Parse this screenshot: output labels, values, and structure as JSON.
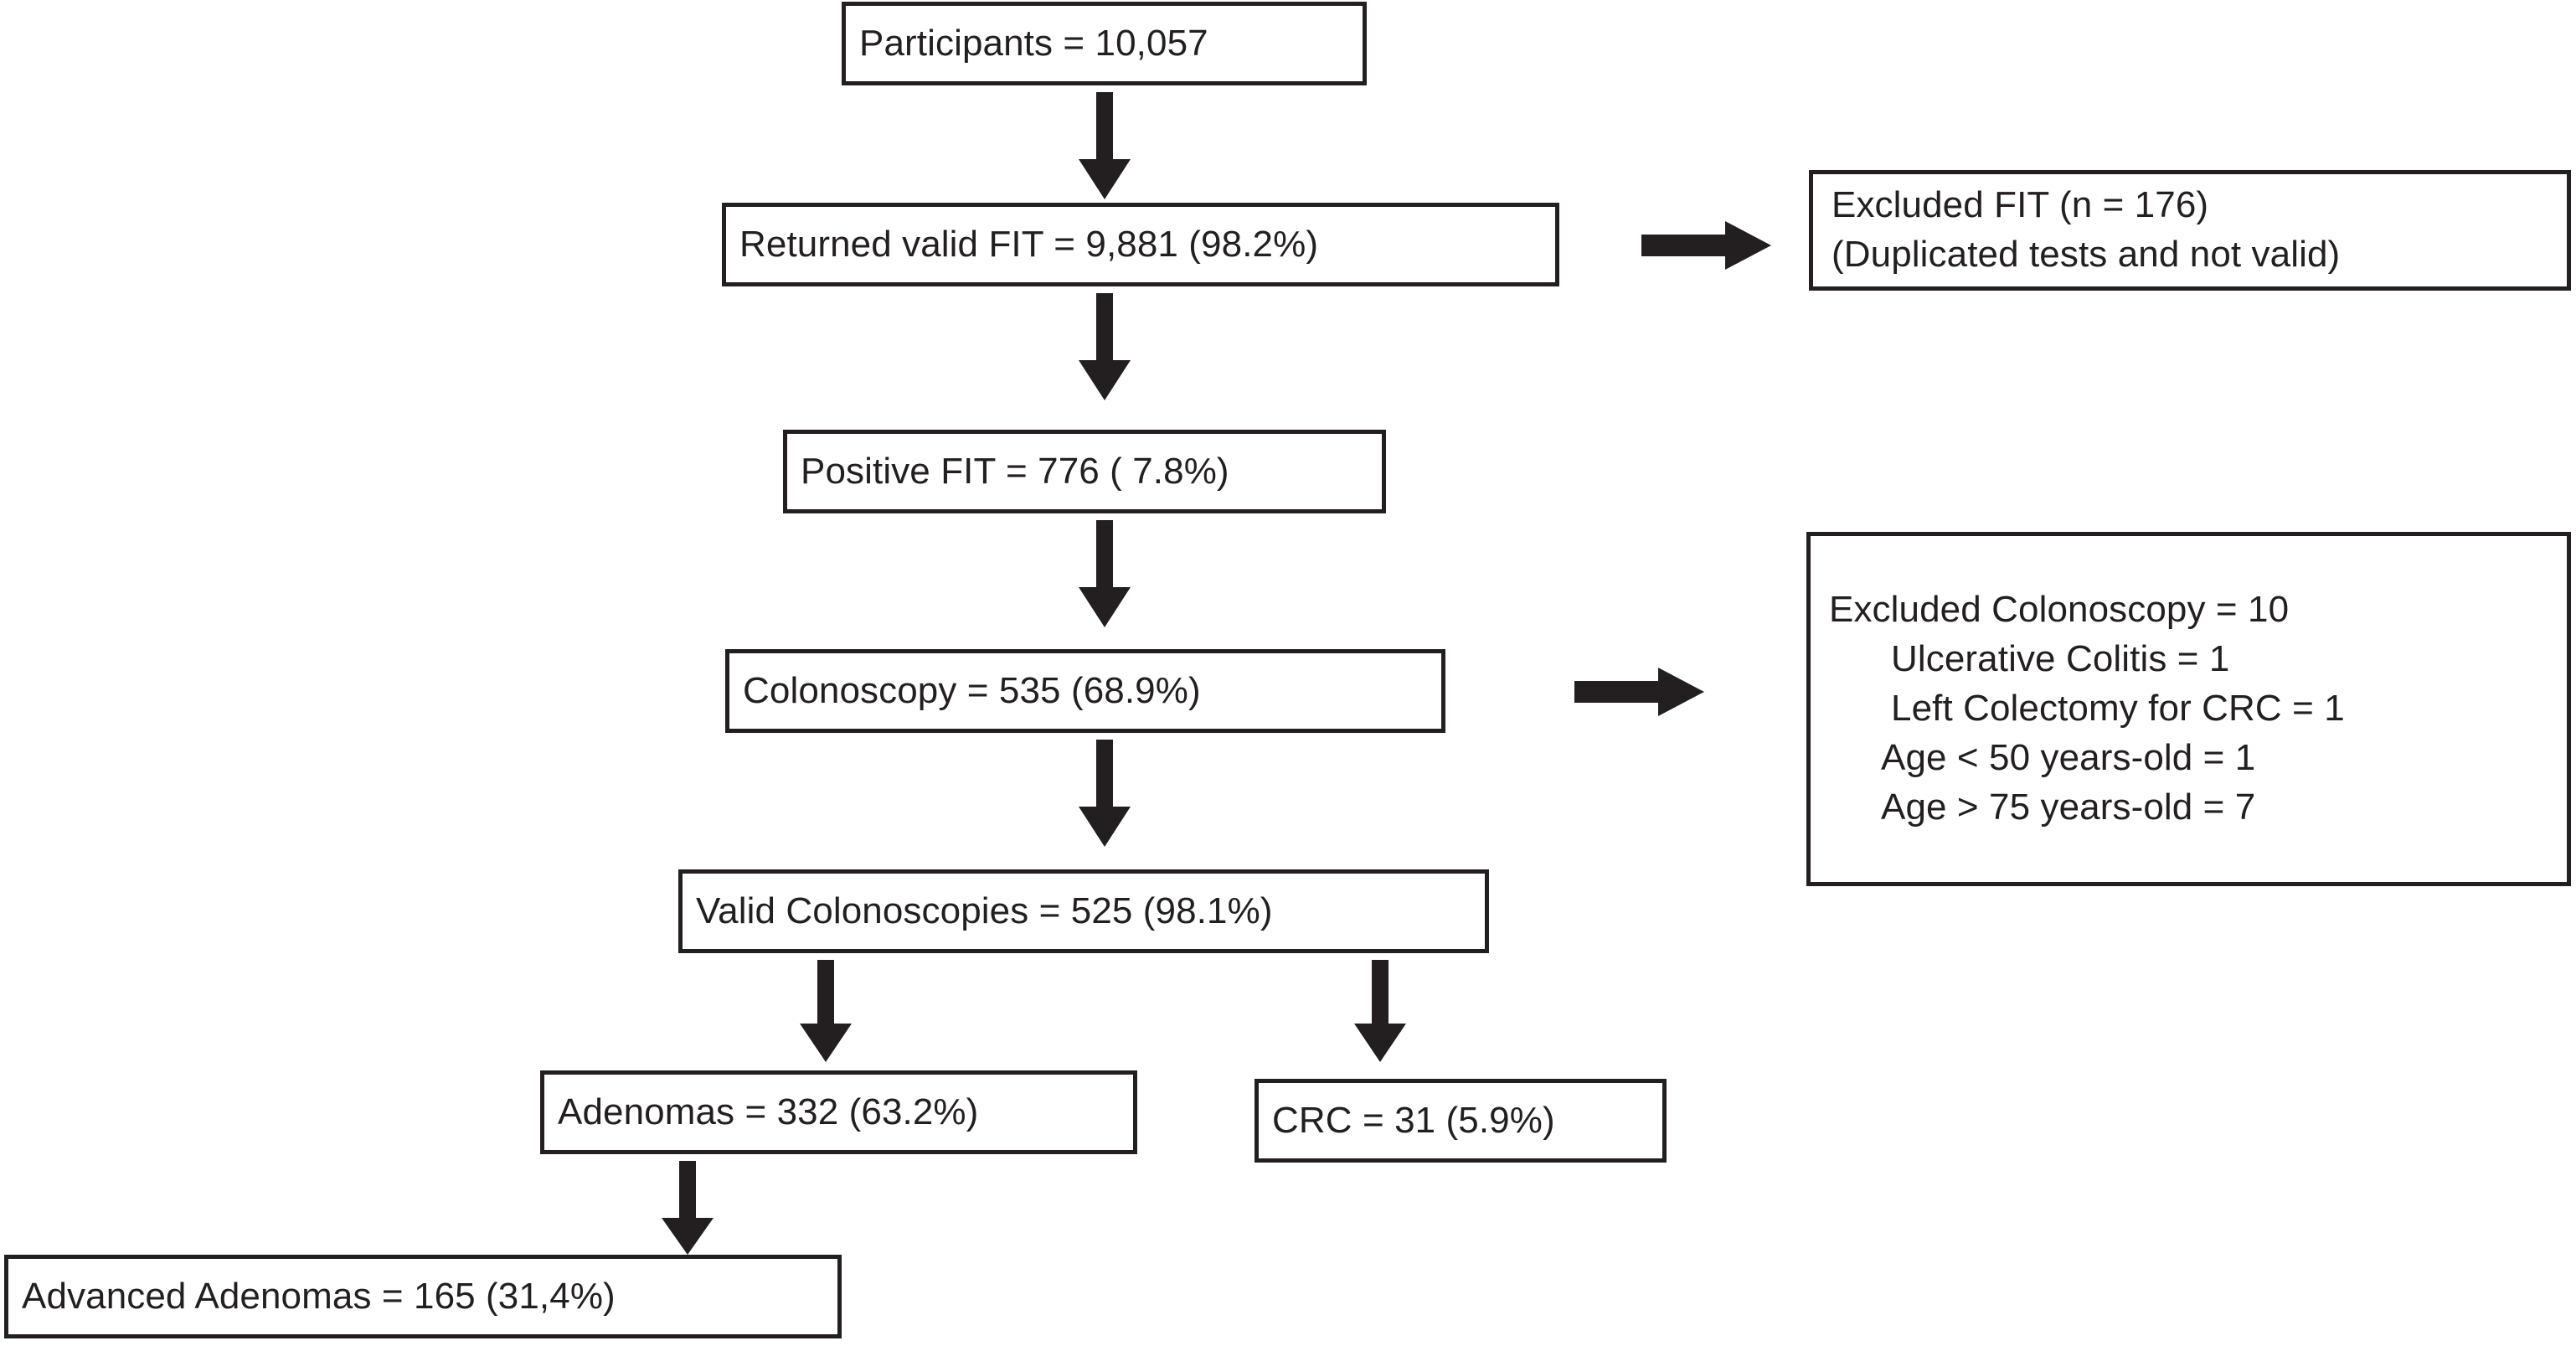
{
  "figure": {
    "type": "flowchart",
    "orientation": "top-to-bottom",
    "background_color": "#ffffff",
    "stroke_color": "#231f20"
  },
  "nodes": {
    "participants": {
      "label": "Participants = 10,057",
      "name": "participants-box"
    },
    "returned_valid_fit": {
      "label": "Returned valid FIT = 9,881 (98.2%)",
      "name": "returned-valid-fit-box"
    },
    "excluded_fit": {
      "line1": "Excluded FIT (n = 176)",
      "line2": "(Duplicated tests and not valid)",
      "name": "excluded-fit-box"
    },
    "positive_fit": {
      "label": "Positive FIT = 776 ( 7.8%)",
      "name": "positive-fit-box"
    },
    "colonoscopy": {
      "label": "Colonoscopy = 535 (68.9%)",
      "name": "colonoscopy-box"
    },
    "excluded_colonoscopy": {
      "line1": "Excluded Colonoscopy = 10",
      "line2": "Ulcerative Colitis = 1",
      "line3": "Left Colectomy for CRC = 1",
      "line4": "Age < 50 years-old = 1",
      "line5": "Age > 75 years-old = 7",
      "name": "excluded-colonoscopy-box"
    },
    "valid_colonoscopies": {
      "label": "Valid Colonoscopies = 525 (98.1%)",
      "name": "valid-colonoscopies-box"
    },
    "adenomas": {
      "label": "Adenomas = 332 (63.2%)",
      "name": "adenomas-box"
    },
    "crc": {
      "label": "CRC = 31 (5.9%)",
      "name": "crc-box"
    },
    "advanced_adenomas": {
      "label": "Advanced Adenomas = 165 (31,4%)",
      "name": "advanced-adenomas-box"
    }
  },
  "arrows": [
    {
      "id": "a1",
      "from": "participants",
      "to": "returned_valid_fit",
      "direction": "down"
    },
    {
      "id": "a2",
      "from": "returned_valid_fit",
      "to": "excluded_fit",
      "direction": "right"
    },
    {
      "id": "a3",
      "from": "returned_valid_fit",
      "to": "positive_fit",
      "direction": "down"
    },
    {
      "id": "a4",
      "from": "positive_fit",
      "to": "colonoscopy",
      "direction": "down"
    },
    {
      "id": "a5",
      "from": "colonoscopy",
      "to": "excluded_colonoscopy",
      "direction": "right"
    },
    {
      "id": "a6",
      "from": "colonoscopy",
      "to": "valid_colonoscopies",
      "direction": "down"
    },
    {
      "id": "a7",
      "from": "valid_colonoscopies",
      "to": "adenomas",
      "direction": "down"
    },
    {
      "id": "a8",
      "from": "valid_colonoscopies",
      "to": "crc",
      "direction": "down"
    },
    {
      "id": "a9",
      "from": "adenomas",
      "to": "advanced_adenomas",
      "direction": "down"
    }
  ]
}
